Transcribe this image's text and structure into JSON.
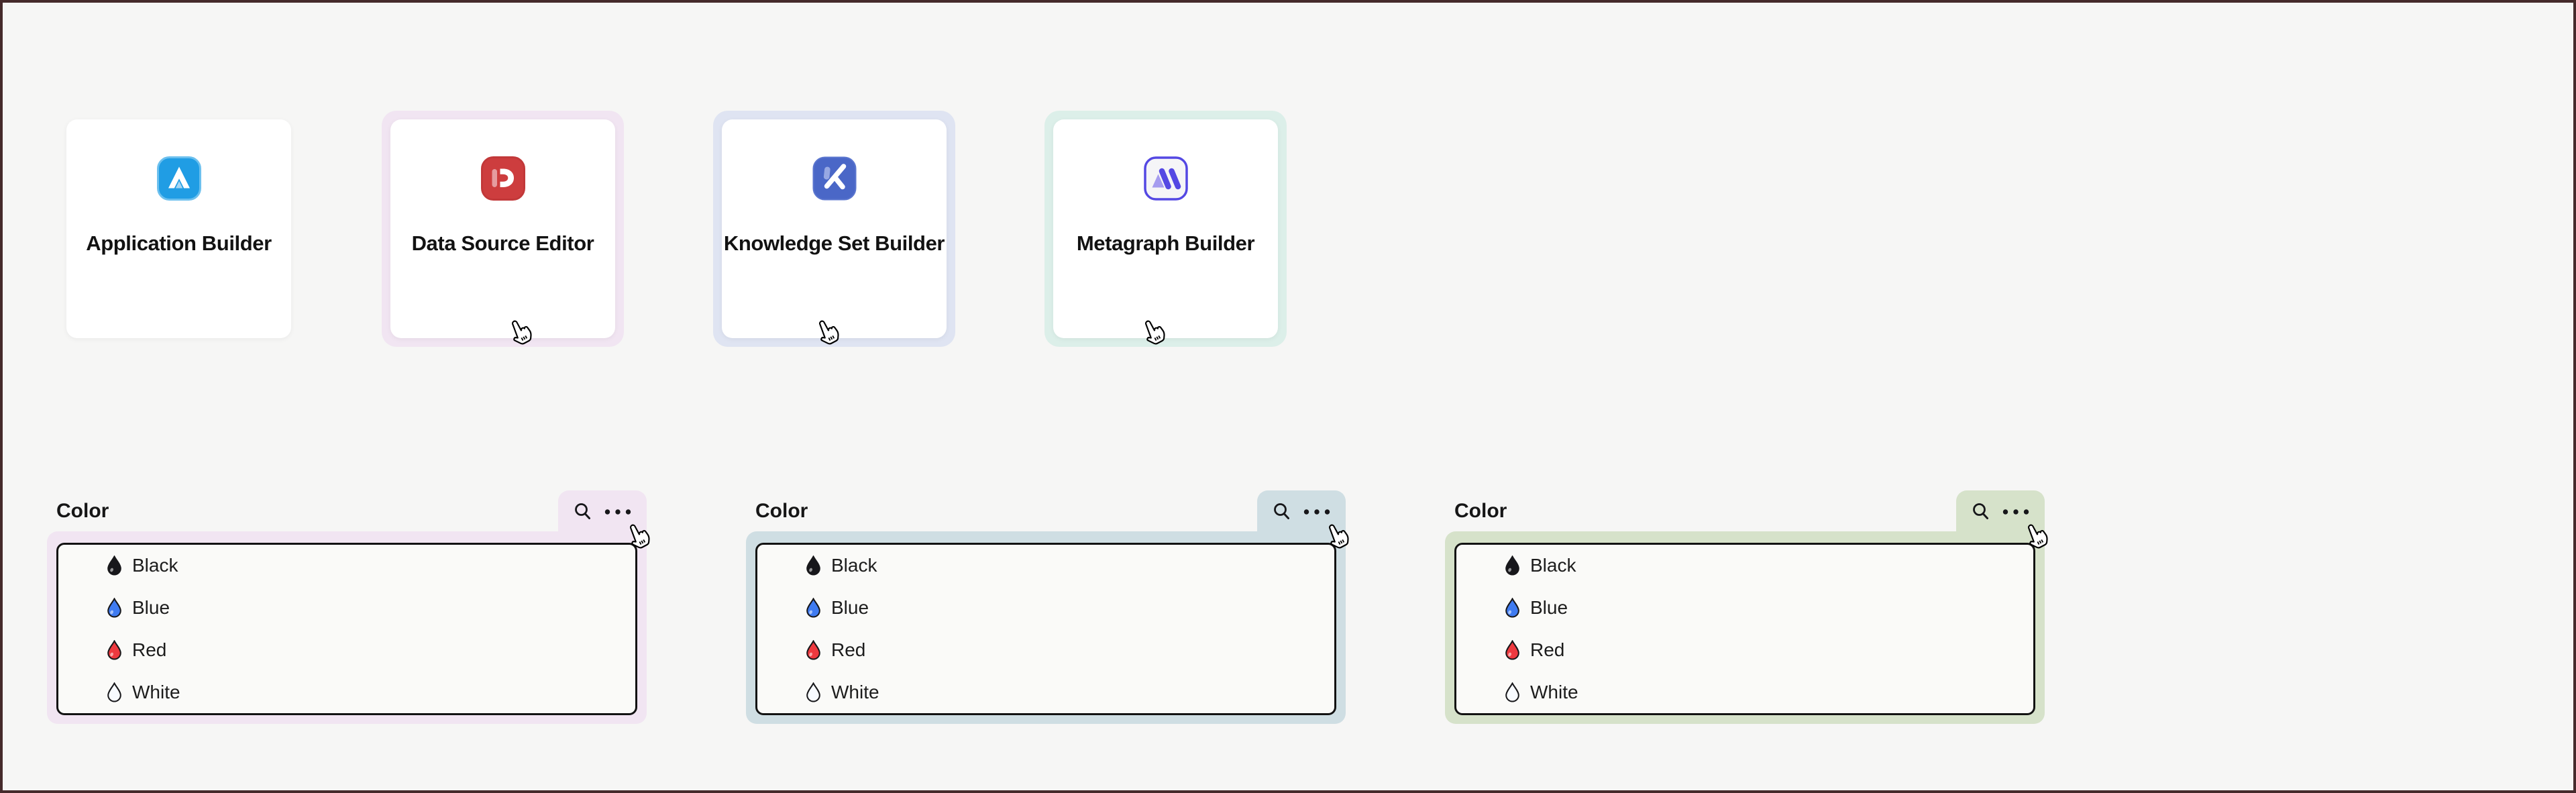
{
  "builders": {
    "cards": [
      {
        "label": "Application Builder",
        "icon": "application-builder-icon",
        "icon_color": "#209de4",
        "halo_color": null
      },
      {
        "label": "Data Source Editor",
        "icon": "data-source-editor-icon",
        "icon_color": "#cd3d3e",
        "halo_color": "#f1e5f2"
      },
      {
        "label": "Knowledge Set Builder",
        "icon": "knowledge-set-builder-icon",
        "icon_color": "#4a67c7",
        "halo_color": "#dfe4f2"
      },
      {
        "label": "Metagraph Builder",
        "icon": "metagraph-builder-icon",
        "icon_color": "#5448e3",
        "halo_color": "#dcefe9"
      }
    ]
  },
  "panels": [
    {
      "title": "Color",
      "accent": "#f1e5f2",
      "toolbar": {
        "search_icon": "search-icon",
        "more_icon": "ellipsis-icon"
      },
      "items": [
        {
          "label": "Black",
          "drop_color": "#17171b"
        },
        {
          "label": "Blue",
          "drop_color": "#3f7bf1"
        },
        {
          "label": "Red",
          "drop_color": "#ee393f"
        },
        {
          "label": "White",
          "drop_color": "#f8fbff"
        }
      ]
    },
    {
      "title": "Color",
      "accent": "#cfdee3",
      "toolbar": {
        "search_icon": "search-icon",
        "more_icon": "ellipsis-icon"
      },
      "items": [
        {
          "label": "Black",
          "drop_color": "#17171b"
        },
        {
          "label": "Blue",
          "drop_color": "#3f7bf1"
        },
        {
          "label": "Red",
          "drop_color": "#ee393f"
        },
        {
          "label": "White",
          "drop_color": "#f8fbff"
        }
      ]
    },
    {
      "title": "Color",
      "accent": "#d6e2ca",
      "toolbar": {
        "search_icon": "search-icon",
        "more_icon": "ellipsis-icon"
      },
      "items": [
        {
          "label": "Black",
          "drop_color": "#17171b"
        },
        {
          "label": "Blue",
          "drop_color": "#3f7bf1"
        },
        {
          "label": "Red",
          "drop_color": "#ee393f"
        },
        {
          "label": "White",
          "drop_color": "#f8fbff"
        }
      ]
    }
  ]
}
